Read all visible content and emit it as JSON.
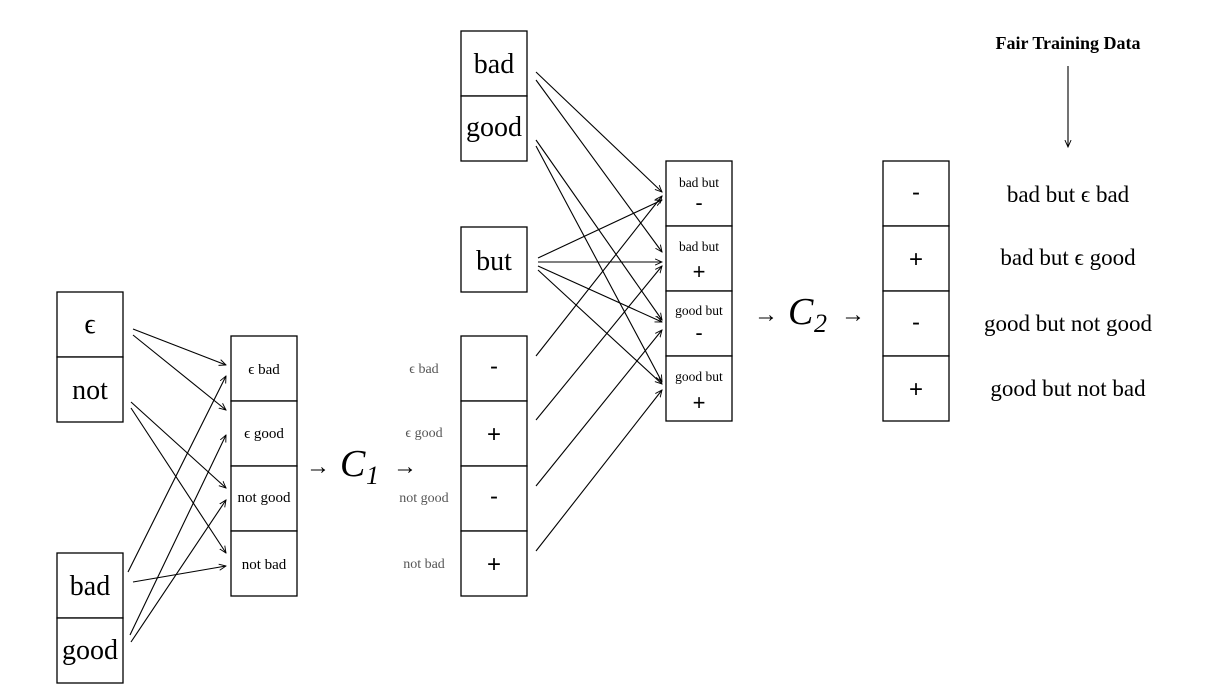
{
  "title": "Fair Training Data",
  "left_inputs": {
    "group1": [
      "ϵ",
      "not"
    ],
    "group2": [
      "bad",
      "good"
    ]
  },
  "c1_cells": [
    "ϵ bad",
    "ϵ good",
    "not good",
    "not bad"
  ],
  "c1_label": "C",
  "c1_sub": "1",
  "c1_arrow": "→",
  "mid_labels": [
    "ϵ bad",
    "ϵ good",
    "not good",
    "not bad"
  ],
  "mid_signs": [
    "-",
    "+",
    "-",
    "+"
  ],
  "top_inputs": [
    "bad",
    "good"
  ],
  "but_input": "but",
  "c2_cells": [
    {
      "text": "bad but",
      "sign": "-"
    },
    {
      "text": "bad but",
      "sign": "+"
    },
    {
      "text": "good but",
      "sign": "-"
    },
    {
      "text": "good but",
      "sign": "+"
    }
  ],
  "c2_label": "C",
  "c2_sub": "2",
  "c2_arrow": "→",
  "output_signs": [
    "-",
    "+",
    "-",
    "+"
  ],
  "output_sentences": [
    "bad but ϵ bad",
    "bad but ϵ good",
    "good but not good",
    "good but not bad"
  ]
}
